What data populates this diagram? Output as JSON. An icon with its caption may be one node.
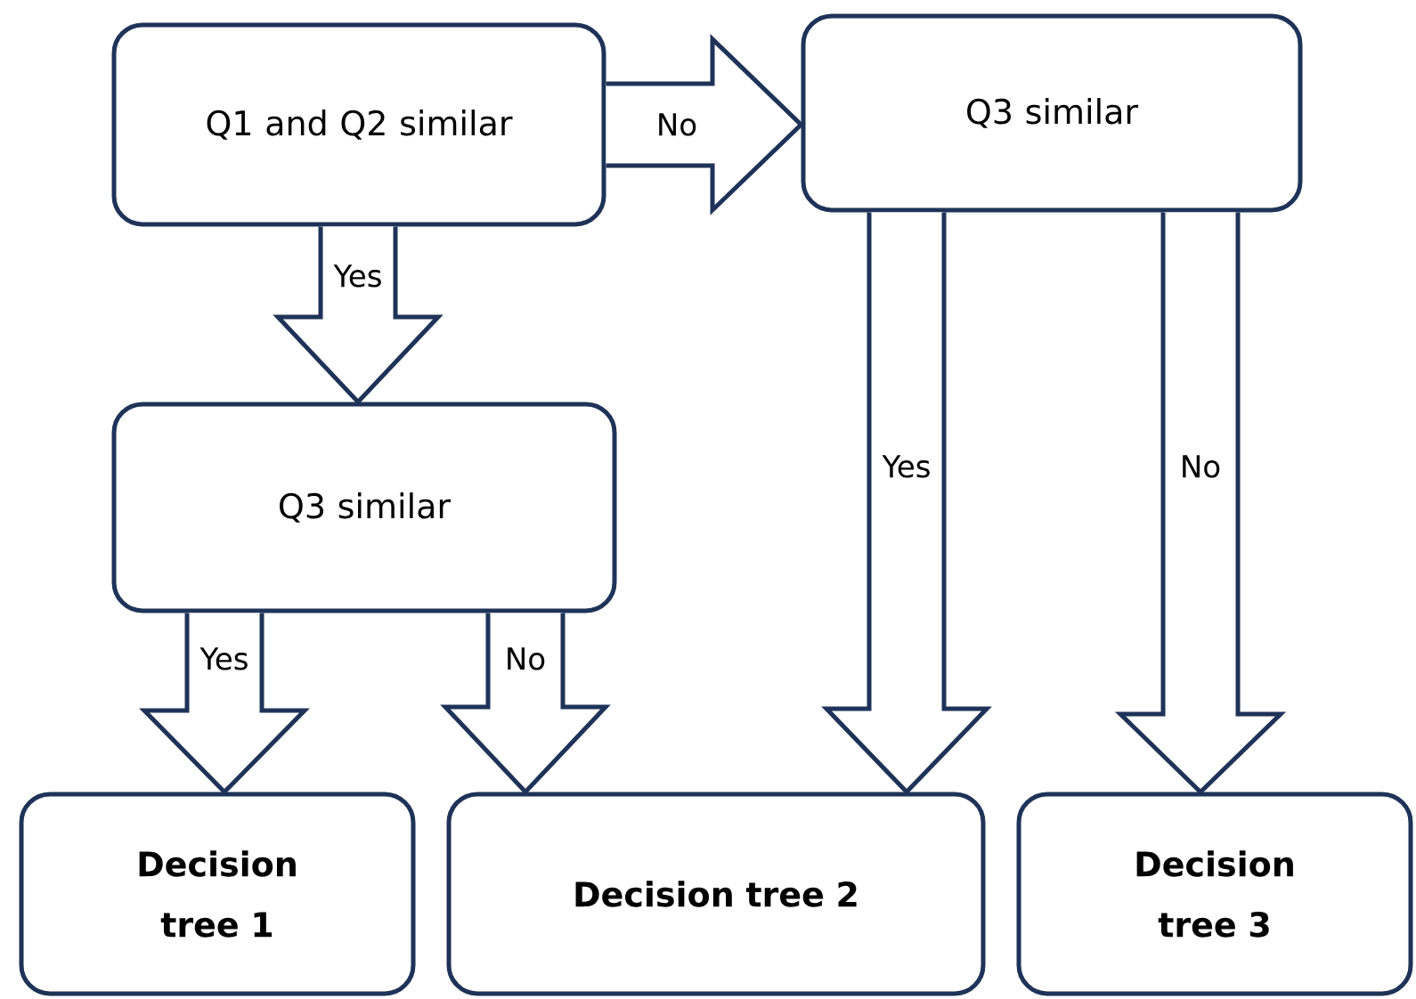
{
  "diagram": {
    "nodes": [
      {
        "text": [
          "Q1 and Q2 similar"
        ]
      },
      {
        "text": [
          "Q3 similar"
        ]
      },
      {
        "text": [
          "Q3 similar"
        ]
      },
      {
        "text": [
          "Decision tree 1"
        ]
      },
      {
        "text": [
          "Decision tree 2"
        ]
      },
      {
        "text": [
          "Decision tree 3"
        ]
      }
    ],
    "edges": [
      {
        "from": 0,
        "to": 1,
        "arrow": "to",
        "label": "No"
      },
      {
        "from": 0,
        "to": 2,
        "arrow": "to",
        "label": "Yes"
      },
      {
        "from": 2,
        "to": 3,
        "arrow": "to",
        "label": "Yes"
      },
      {
        "from": 2,
        "to": 4,
        "arrow": "to",
        "label": "No"
      },
      {
        "from": 1,
        "to": 4,
        "arrow": "to",
        "label": "Yes"
      },
      {
        "from": 1,
        "to": 5,
        "arrow": "to",
        "label": "No"
      }
    ]
  }
}
